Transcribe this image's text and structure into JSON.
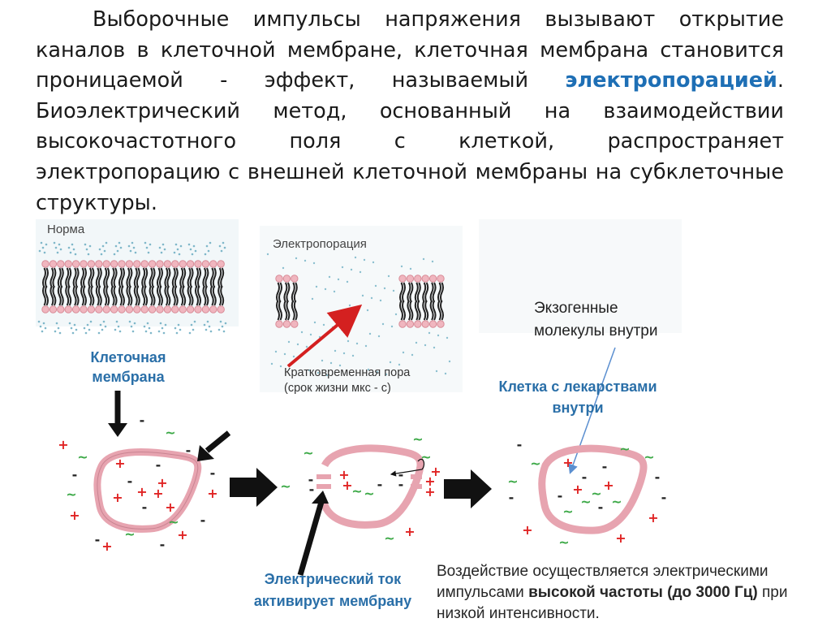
{
  "paragraph": {
    "part1": "Выборочные импульсы напряжения вызывают открытие каналов в клеточной мембране, клеточная мембрана становится проницаемой - эффект, называемый",
    "highlight": "электропорацией",
    "part2": ". Биоэлектрический метод, основанный на взаимодействии высокочастотного поля с клеткой, распространяет электропорацию с внешней клеточной мембраны на субклеточные структуры."
  },
  "figure": {
    "norm_label": "Норма",
    "electroporation_label": "Электропорация",
    "pore_label_line1": "Кратковременная пора",
    "pore_label_line2": "(срок жизни мкс - с)",
    "membrane_label_line1": "Клеточная",
    "membrane_label_line2": "мембрана",
    "exogenous_line1": "Экзогенные",
    "exogenous_line2": "молекулы внутри",
    "cell_drugs_line1": "Клетка с лекарствами",
    "cell_drugs_line2": "внутри",
    "current_line1": "Электрический ток",
    "current_line2": "активирует мембрану"
  },
  "caption": {
    "part1": "Воздействие осуществляется электрическими импульсами ",
    "bold": "высокой частоты (до 3000 Гц)",
    "part2": " при низкой интенсивности."
  },
  "colors": {
    "highlight": "#1e6fb5",
    "label_blue": "#2a6fa8",
    "membrane_pink": "#e7a4b0",
    "plus_red": "#e02424",
    "tilde_green": "#3aa845",
    "arrow_red": "#d42020"
  }
}
